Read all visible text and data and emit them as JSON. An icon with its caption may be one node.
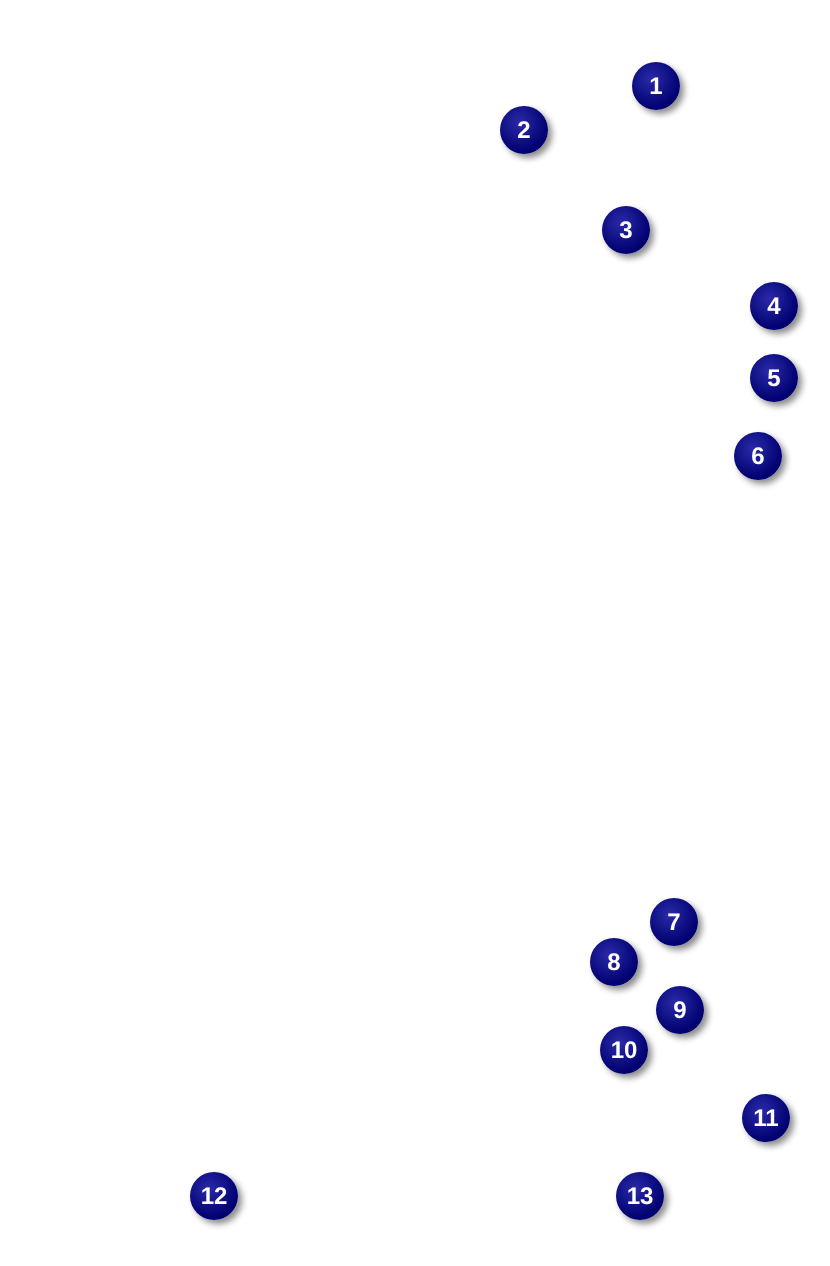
{
  "diagram": {
    "nodes": [
      {
        "text": [
          "1"
        ]
      },
      {
        "text": [
          "2"
        ]
      },
      {
        "text": [
          "3"
        ]
      },
      {
        "text": [
          "4"
        ]
      },
      {
        "text": [
          "5"
        ]
      },
      {
        "text": [
          "6"
        ]
      },
      {
        "text": [
          "7"
        ]
      },
      {
        "text": [
          "8"
        ]
      },
      {
        "text": [
          "9"
        ]
      },
      {
        "text": [
          "10"
        ]
      },
      {
        "text": [
          "11"
        ]
      },
      {
        "text": [
          "12"
        ]
      },
      {
        "text": [
          "13"
        ]
      }
    ]
  }
}
